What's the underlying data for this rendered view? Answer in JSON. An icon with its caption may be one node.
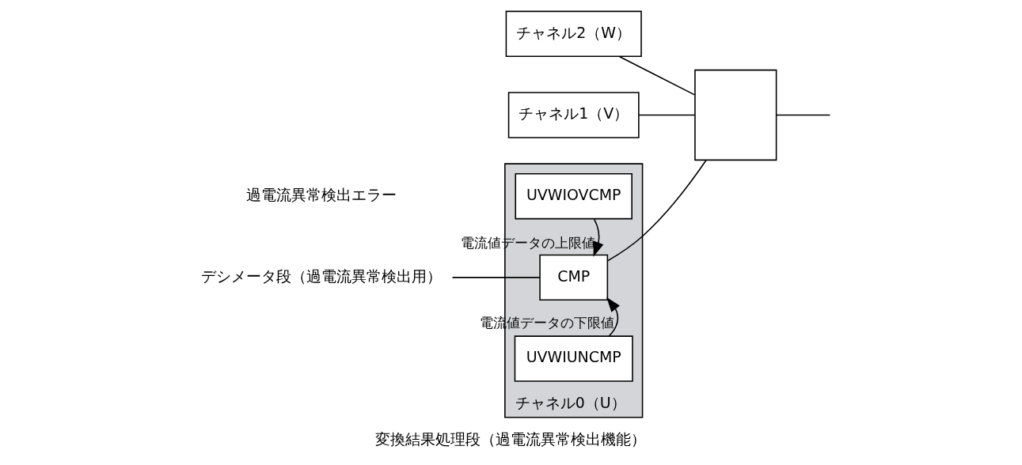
{
  "diagram": {
    "caption": "変換結果処理段（過電流異常検出機能）",
    "nodes": [
      {
        "text": [
          "チャネル2（W）"
        ]
      },
      {
        "text": [
          "チャネル1（V）"
        ]
      },
      {
        "text": [
          "チャネル0（U）"
        ]
      },
      {
        "text": [
          "UVWIOVCMP"
        ],
        "in": 2
      },
      {
        "text": [
          "CMP"
        ],
        "in": 2
      },
      {
        "text": [
          "UVWIUNCMP"
        ],
        "in": 2
      },
      {
        "text": [
          "デシメータ段（過電流異常検出用）"
        ]
      },
      {
        "text": [],
        "shape": "gate"
      }
    ],
    "edges": [
      {
        "from": 3,
        "to": 4,
        "label": "電流値データの上限値",
        "arrow": "to"
      },
      {
        "from": 5,
        "to": 4,
        "label": "電流値データの下限値",
        "arrow": "to"
      },
      {
        "from": 6,
        "to": 4,
        "arrow": "none"
      },
      {
        "from": 0,
        "to": 7,
        "arrow": "none"
      },
      {
        "from": 4,
        "to": 7,
        "arrow": "none"
      },
      {
        "from": 1,
        "to": 7,
        "arrow": "none"
      },
      {
        "from": 7,
        "to": null,
        "arrow": "none"
      }
    ],
    "labels": [
      "過電流異常検出エラー"
    ]
  }
}
